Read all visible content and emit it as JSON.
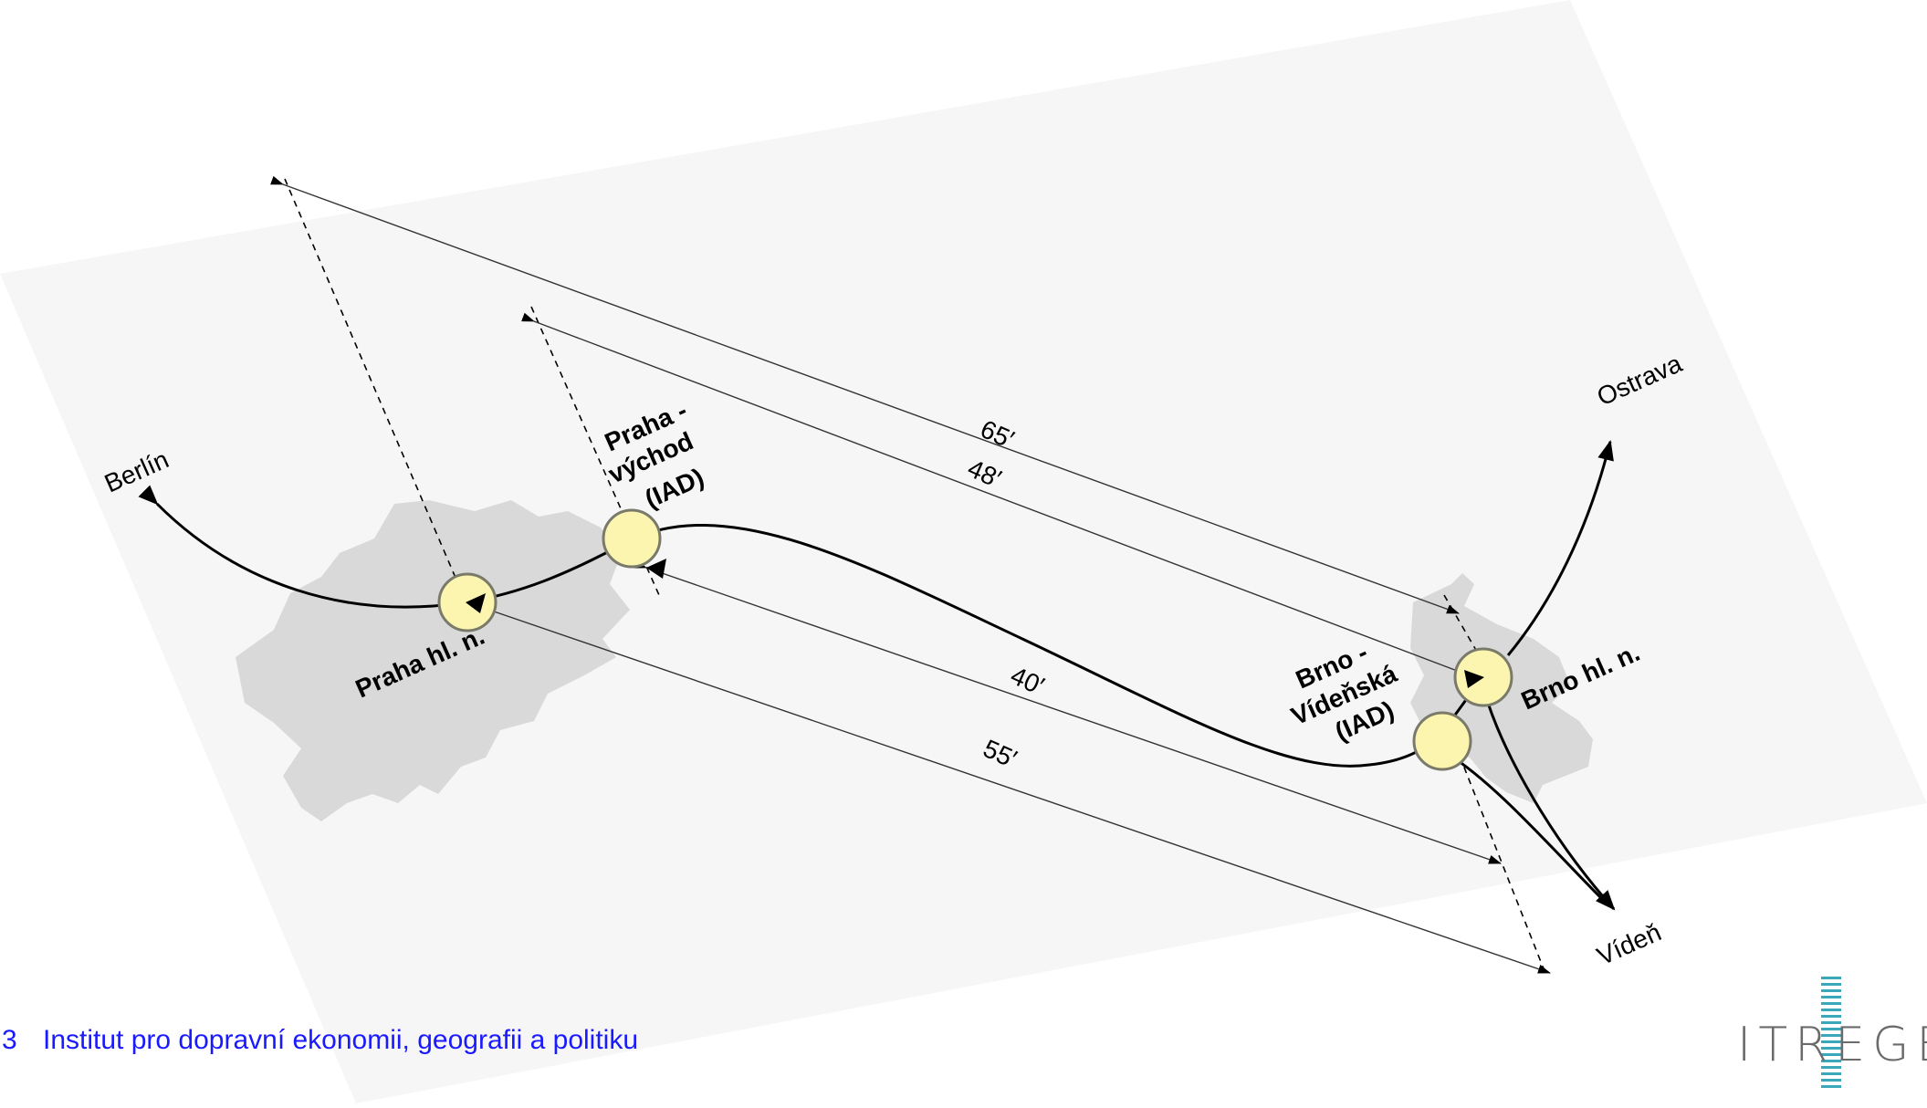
{
  "places": {
    "berlin": "Berlín",
    "praha_hl_n": "Praha hl. n.",
    "praha_vychod_line1": "Praha -",
    "praha_vychod_line2": "východ",
    "praha_vychod_line3": "(IAD)",
    "brno_videnska_line1": "Brno -",
    "brno_videnska_line2": "Vídeňská",
    "brno_videnska_line3": "(IAD)",
    "brno_hl_n": "Brno hl. n.",
    "ostrava": "Ostrava",
    "viden": "Vídeň"
  },
  "times": {
    "t65": "65′",
    "t48": "48′",
    "t40": "40′",
    "t55": "55′"
  },
  "footer": {
    "page_number": "3",
    "institute": "Institut pro dopravní ekonomii, geografii a politiku",
    "logo": "ITREGEP"
  },
  "colors": {
    "node_fill": "#fbf5b0",
    "node_stroke": "#7a7a6a",
    "city_area": "#d9d9d9",
    "background_band": "#f6f6f6",
    "footer_text": "#1a1aff",
    "logo_accent": "#3aa8b8"
  }
}
